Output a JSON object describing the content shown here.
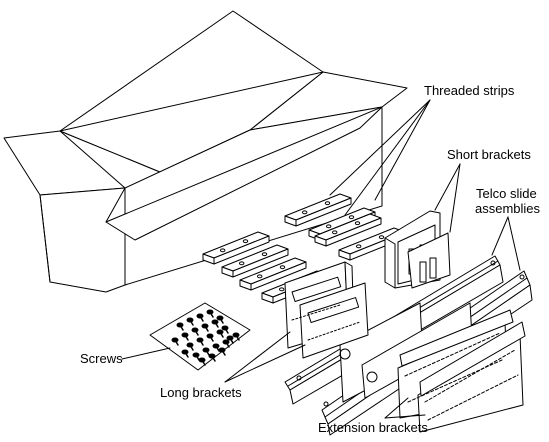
{
  "labels": {
    "threaded_strips": "Threaded strips",
    "short_brackets": "Short brackets",
    "telco_slide_line1": "Telco slide",
    "telco_slide_line2": "assemblies",
    "screws": "Screws",
    "long_brackets": "Long brackets",
    "extension_brackets": "Extension brackets"
  }
}
